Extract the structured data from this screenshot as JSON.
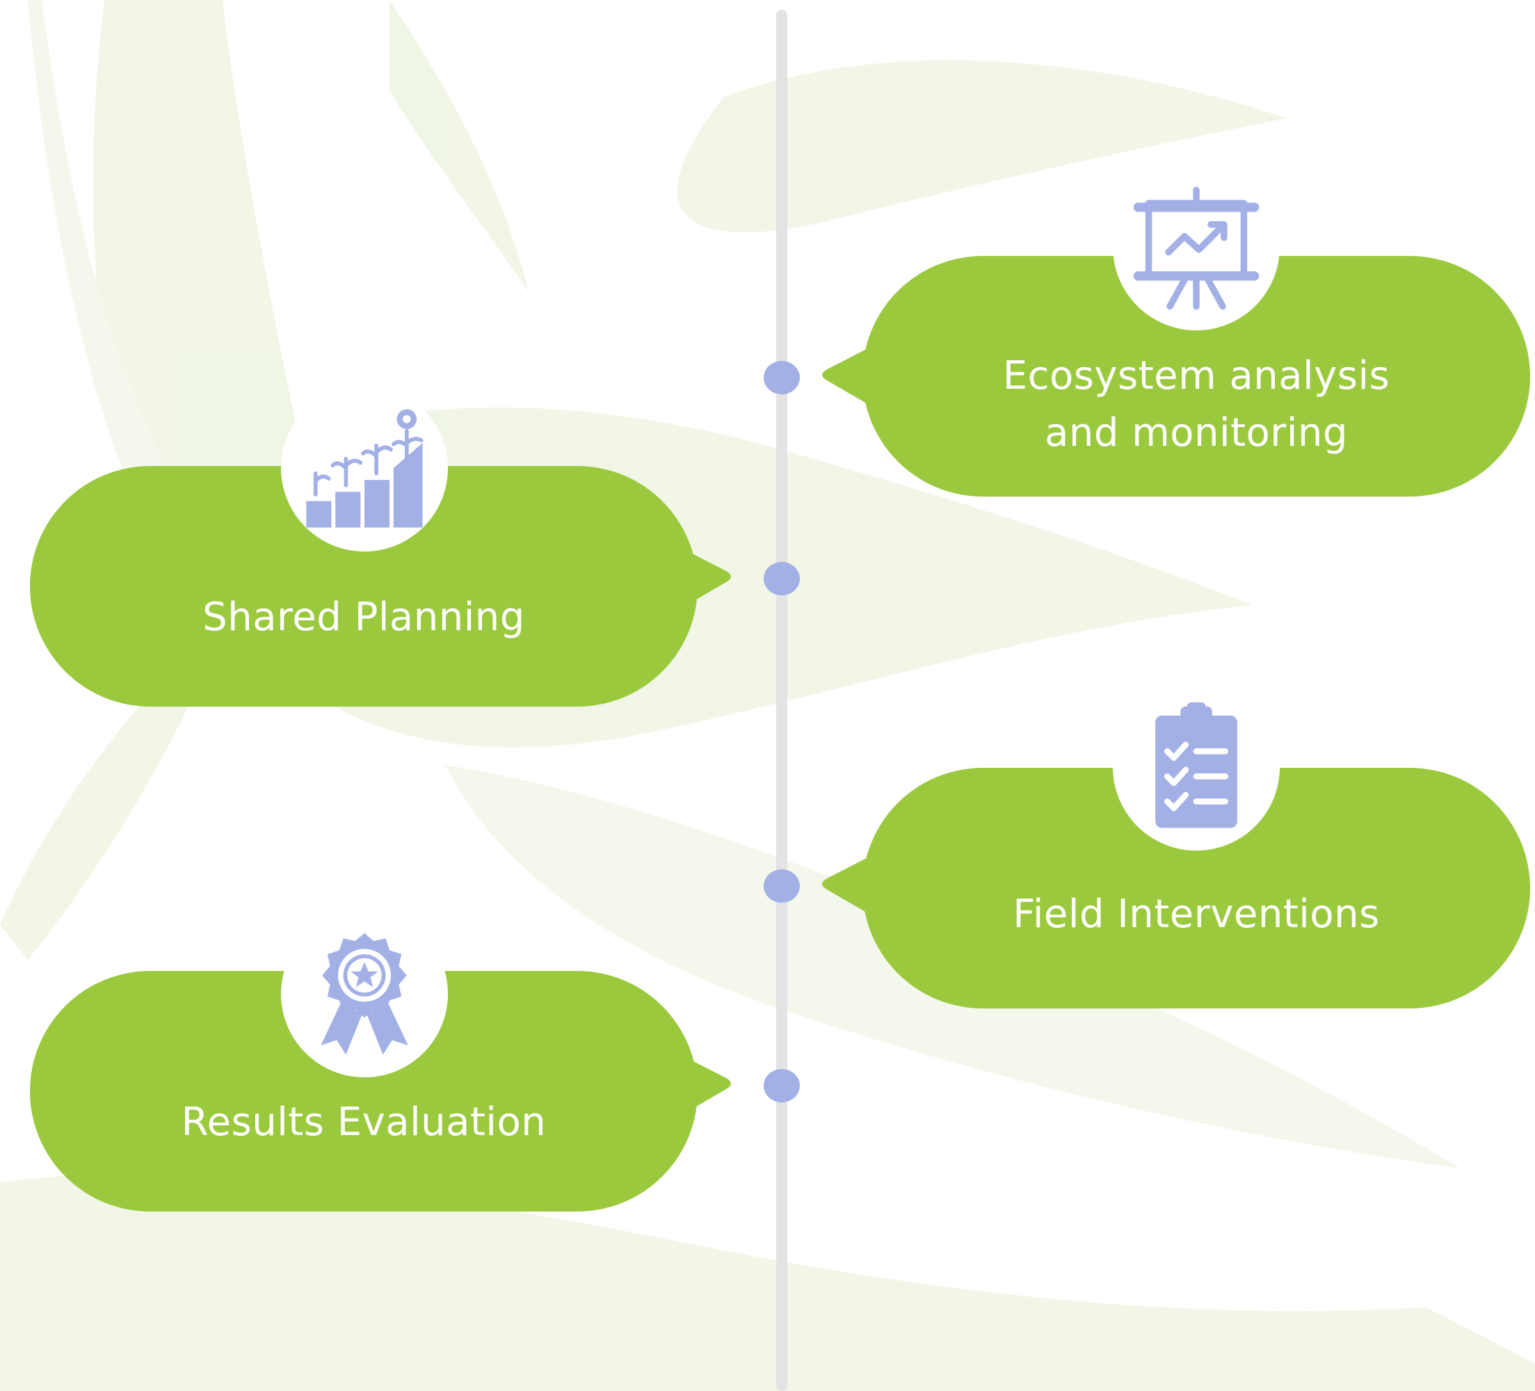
{
  "colors": {
    "bubble": "#9bc93e",
    "accent_icon": "#a2b0e6",
    "timeline": "#e3e3e3",
    "background_leaf": "#eef5e2",
    "text": "#ffffff"
  },
  "steps": [
    {
      "label": "Ecosystem analysis and monitoring",
      "label_lines": [
        "Ecosystem analysis",
        "and monitoring"
      ],
      "icon": "presentation-chart-icon",
      "side": "right"
    },
    {
      "label": "Shared Planning",
      "label_lines": [
        "Shared Planning"
      ],
      "icon": "growing-plants-icon",
      "side": "left"
    },
    {
      "label": "Field Interventions",
      "label_lines": [
        "Field Interventions"
      ],
      "icon": "clipboard-checklist-icon",
      "side": "right"
    },
    {
      "label": "Results Evaluation",
      "label_lines": [
        "Results Evaluation"
      ],
      "icon": "award-badge-icon",
      "side": "left"
    }
  ]
}
